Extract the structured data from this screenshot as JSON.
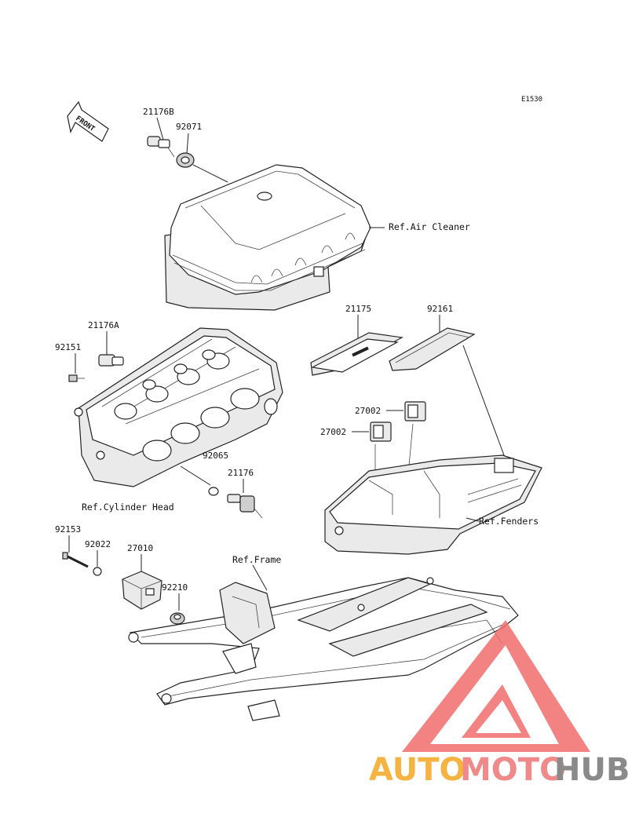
{
  "diagram_code": "E1530",
  "front_arrow_text": "FRONT",
  "part_numbers": {
    "p21176B": "21176B",
    "p92071": "92071",
    "p21176A": "21176A",
    "p92151": "92151",
    "p21175": "21175",
    "p92161": "92161",
    "p27002_a": "27002",
    "p27002_b": "27002",
    "p92065": "92065",
    "p21176": "21176",
    "p92153": "92153",
    "p92022": "92022",
    "p27010": "27010",
    "p92210": "92210"
  },
  "references": {
    "air_cleaner": "Ref.Air Cleaner",
    "cylinder_head": "Ref.Cylinder Head",
    "fenders": "Ref.Fenders",
    "frame": "Ref.Frame"
  },
  "watermark": {
    "word_auto": "AUTO",
    "word_moto": "MOTO",
    "word_hub": "HUB",
    "color_auto": "#f5b342",
    "color_moto": "#f08a8a",
    "color_hub": "#8a8a8a",
    "logo_color": "#f26d6d"
  }
}
